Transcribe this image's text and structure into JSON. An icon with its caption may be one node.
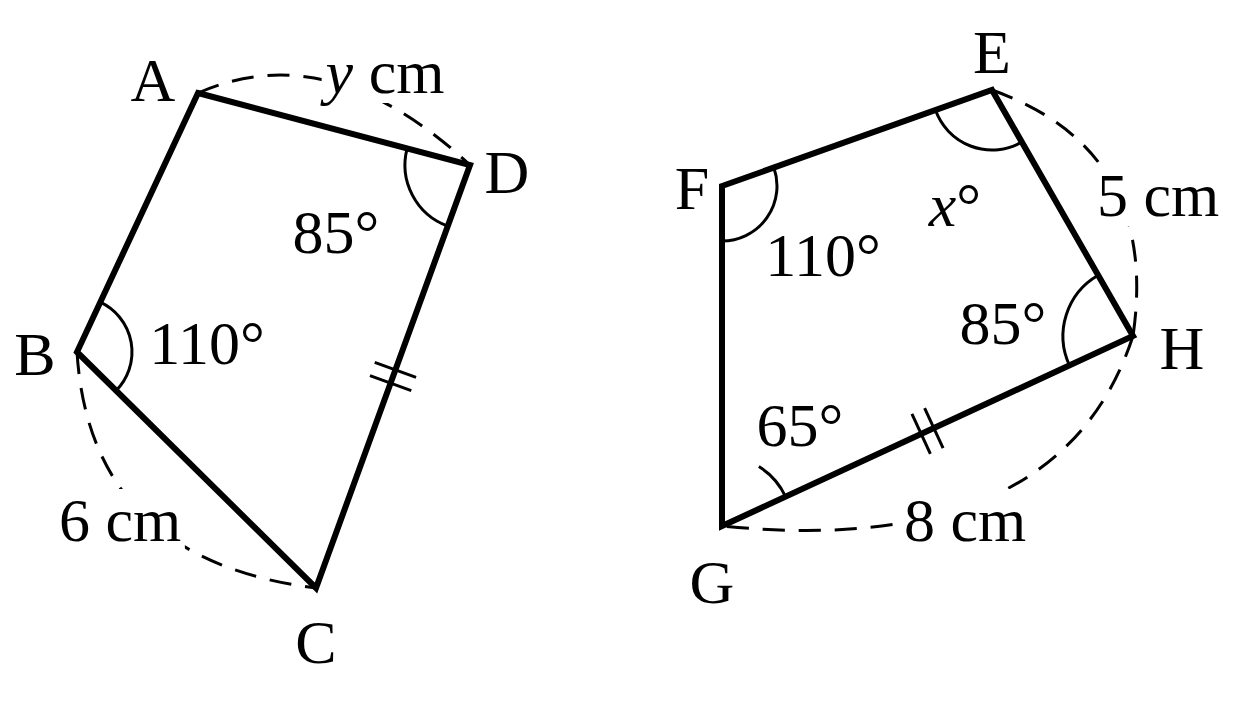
{
  "diagram": {
    "labels": [
      "A",
      "*y* cm",
      "E",
      "D",
      "F",
      "*x*°",
      "5 cm",
      "85°",
      "110°",
      "85°",
      "B",
      "110°",
      "H",
      "65°",
      "6 cm",
      "8 cm",
      "G",
      "C"
    ]
  }
}
